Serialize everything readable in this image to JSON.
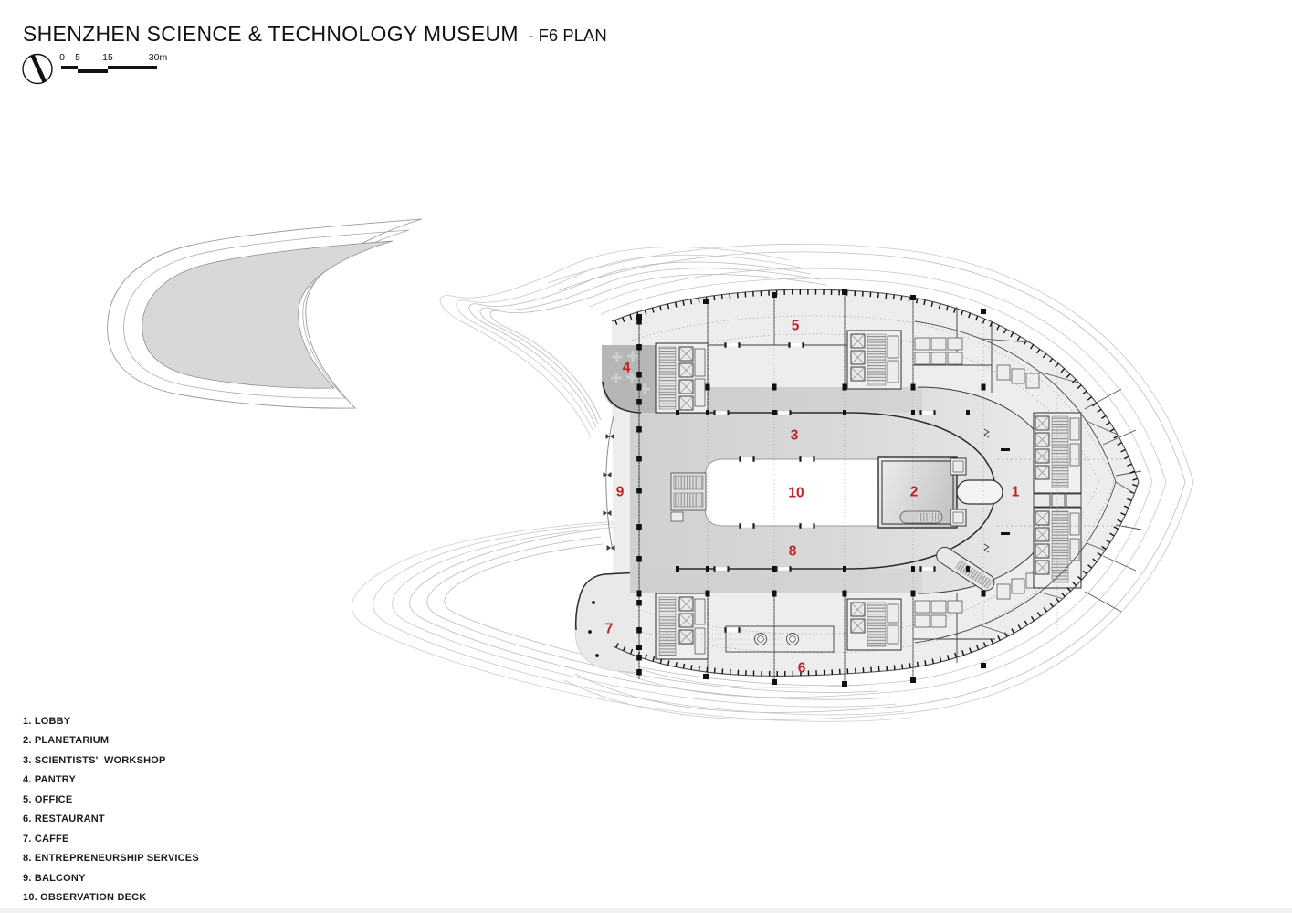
{
  "title": {
    "main": "SHENZHEN SCIENCE & TECHNOLOGY MUSEUM",
    "suffix": "- F6 PLAN"
  },
  "scale_bar": {
    "tick_labels": [
      "0",
      "5",
      "15",
      "30m"
    ]
  },
  "legend": {
    "items": [
      {
        "number": "1.",
        "name": "LOBBY"
      },
      {
        "number": "2.",
        "name": "PLANETARIUM"
      },
      {
        "number": "3.",
        "name": "SCIENTISTS'  WORKSHOP"
      },
      {
        "number": "4.",
        "name": "PANTRY"
      },
      {
        "number": "5.",
        "name": "OFFICE"
      },
      {
        "number": "6.",
        "name": "RESTAURANT"
      },
      {
        "number": "7.",
        "name": "CAFFE"
      },
      {
        "number": "8.",
        "name": "ENTREPRENEURSHIP SERVICES"
      },
      {
        "number": "9.",
        "name": "BALCONY"
      },
      {
        "number": "10.",
        "name": "OBSERVATION DECK"
      }
    ]
  },
  "plan": {
    "room_labels": [
      {
        "number": "1",
        "room": "lobby"
      },
      {
        "number": "2",
        "room": "planetarium"
      },
      {
        "number": "3",
        "room": "scientists-workshop"
      },
      {
        "number": "4",
        "room": "pantry"
      },
      {
        "number": "5",
        "room": "office"
      },
      {
        "number": "6",
        "room": "restaurant"
      },
      {
        "number": "7",
        "room": "caffe"
      },
      {
        "number": "8",
        "room": "entrepreneurship-services"
      },
      {
        "number": "9",
        "room": "balcony"
      },
      {
        "number": "10",
        "room": "observation-deck"
      }
    ]
  },
  "colors": {
    "label_red": "#bf2228",
    "ink": "#111111",
    "core_gray": "#d9d9d9",
    "pantry_gray": "#b6b6b6",
    "floor_gray": "#ededed",
    "terrace_gray": "#e9e9e9",
    "sail_gray": "#d8d8d8",
    "ghost_line": "#c6c6c6"
  }
}
